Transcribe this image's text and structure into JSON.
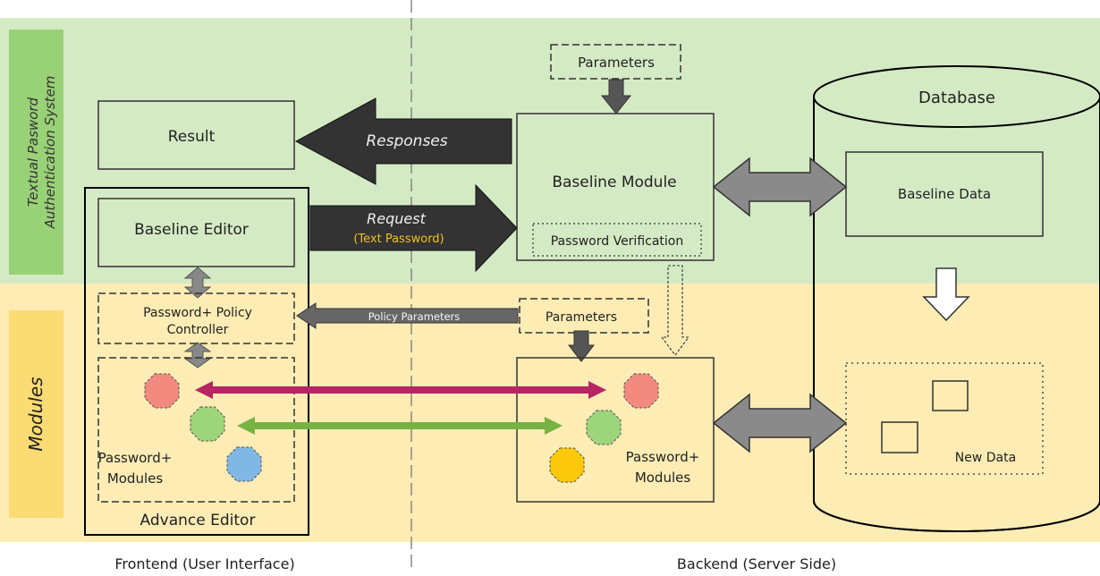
{
  "sections": {
    "top_label_line1": "Textual Pasword",
    "top_label_line2": "Authentication System",
    "bottom_label": "Modules"
  },
  "footer": {
    "frontend": "Frontend (User Interface)",
    "backend": "Backend (Server Side)"
  },
  "frontend": {
    "result": "Result",
    "baseline_editor": "Baseline Editor",
    "policy_controller_line1": "Password+ Policy",
    "policy_controller_line2": "Controller",
    "modules_line1": "Password+",
    "modules_line2": "Modules",
    "advance_editor": "Advance Editor"
  },
  "backend": {
    "parameters_top": "Parameters",
    "baseline_module": "Baseline Module",
    "password_verification": "Password Verification",
    "parameters_bottom": "Parameters",
    "modules_line1": "Password+",
    "modules_line2": "Modules"
  },
  "database": {
    "title": "Database",
    "baseline_data": "Baseline Data",
    "new_data": "New Data"
  },
  "arrows": {
    "responses": "Responses",
    "request": "Request",
    "request_sub": "(Text Password)",
    "policy_parameters": "Policy Parameters"
  },
  "colors": {
    "top_band": "#d4eac4",
    "bottom_band": "#fdecb4",
    "top_tab": "#99d177",
    "bottom_tab": "#fbdb73",
    "dark_arrow": "#333333",
    "grey_arrow": "#7a7a7a",
    "magenta_arrow": "#b82563",
    "green_arrow": "#76b342",
    "request_sub_text": "#f0c020",
    "module_red": "#f38a80",
    "module_green": "#9dd57a",
    "module_blue": "#80b7e5",
    "module_yellow": "#fbc90a"
  }
}
